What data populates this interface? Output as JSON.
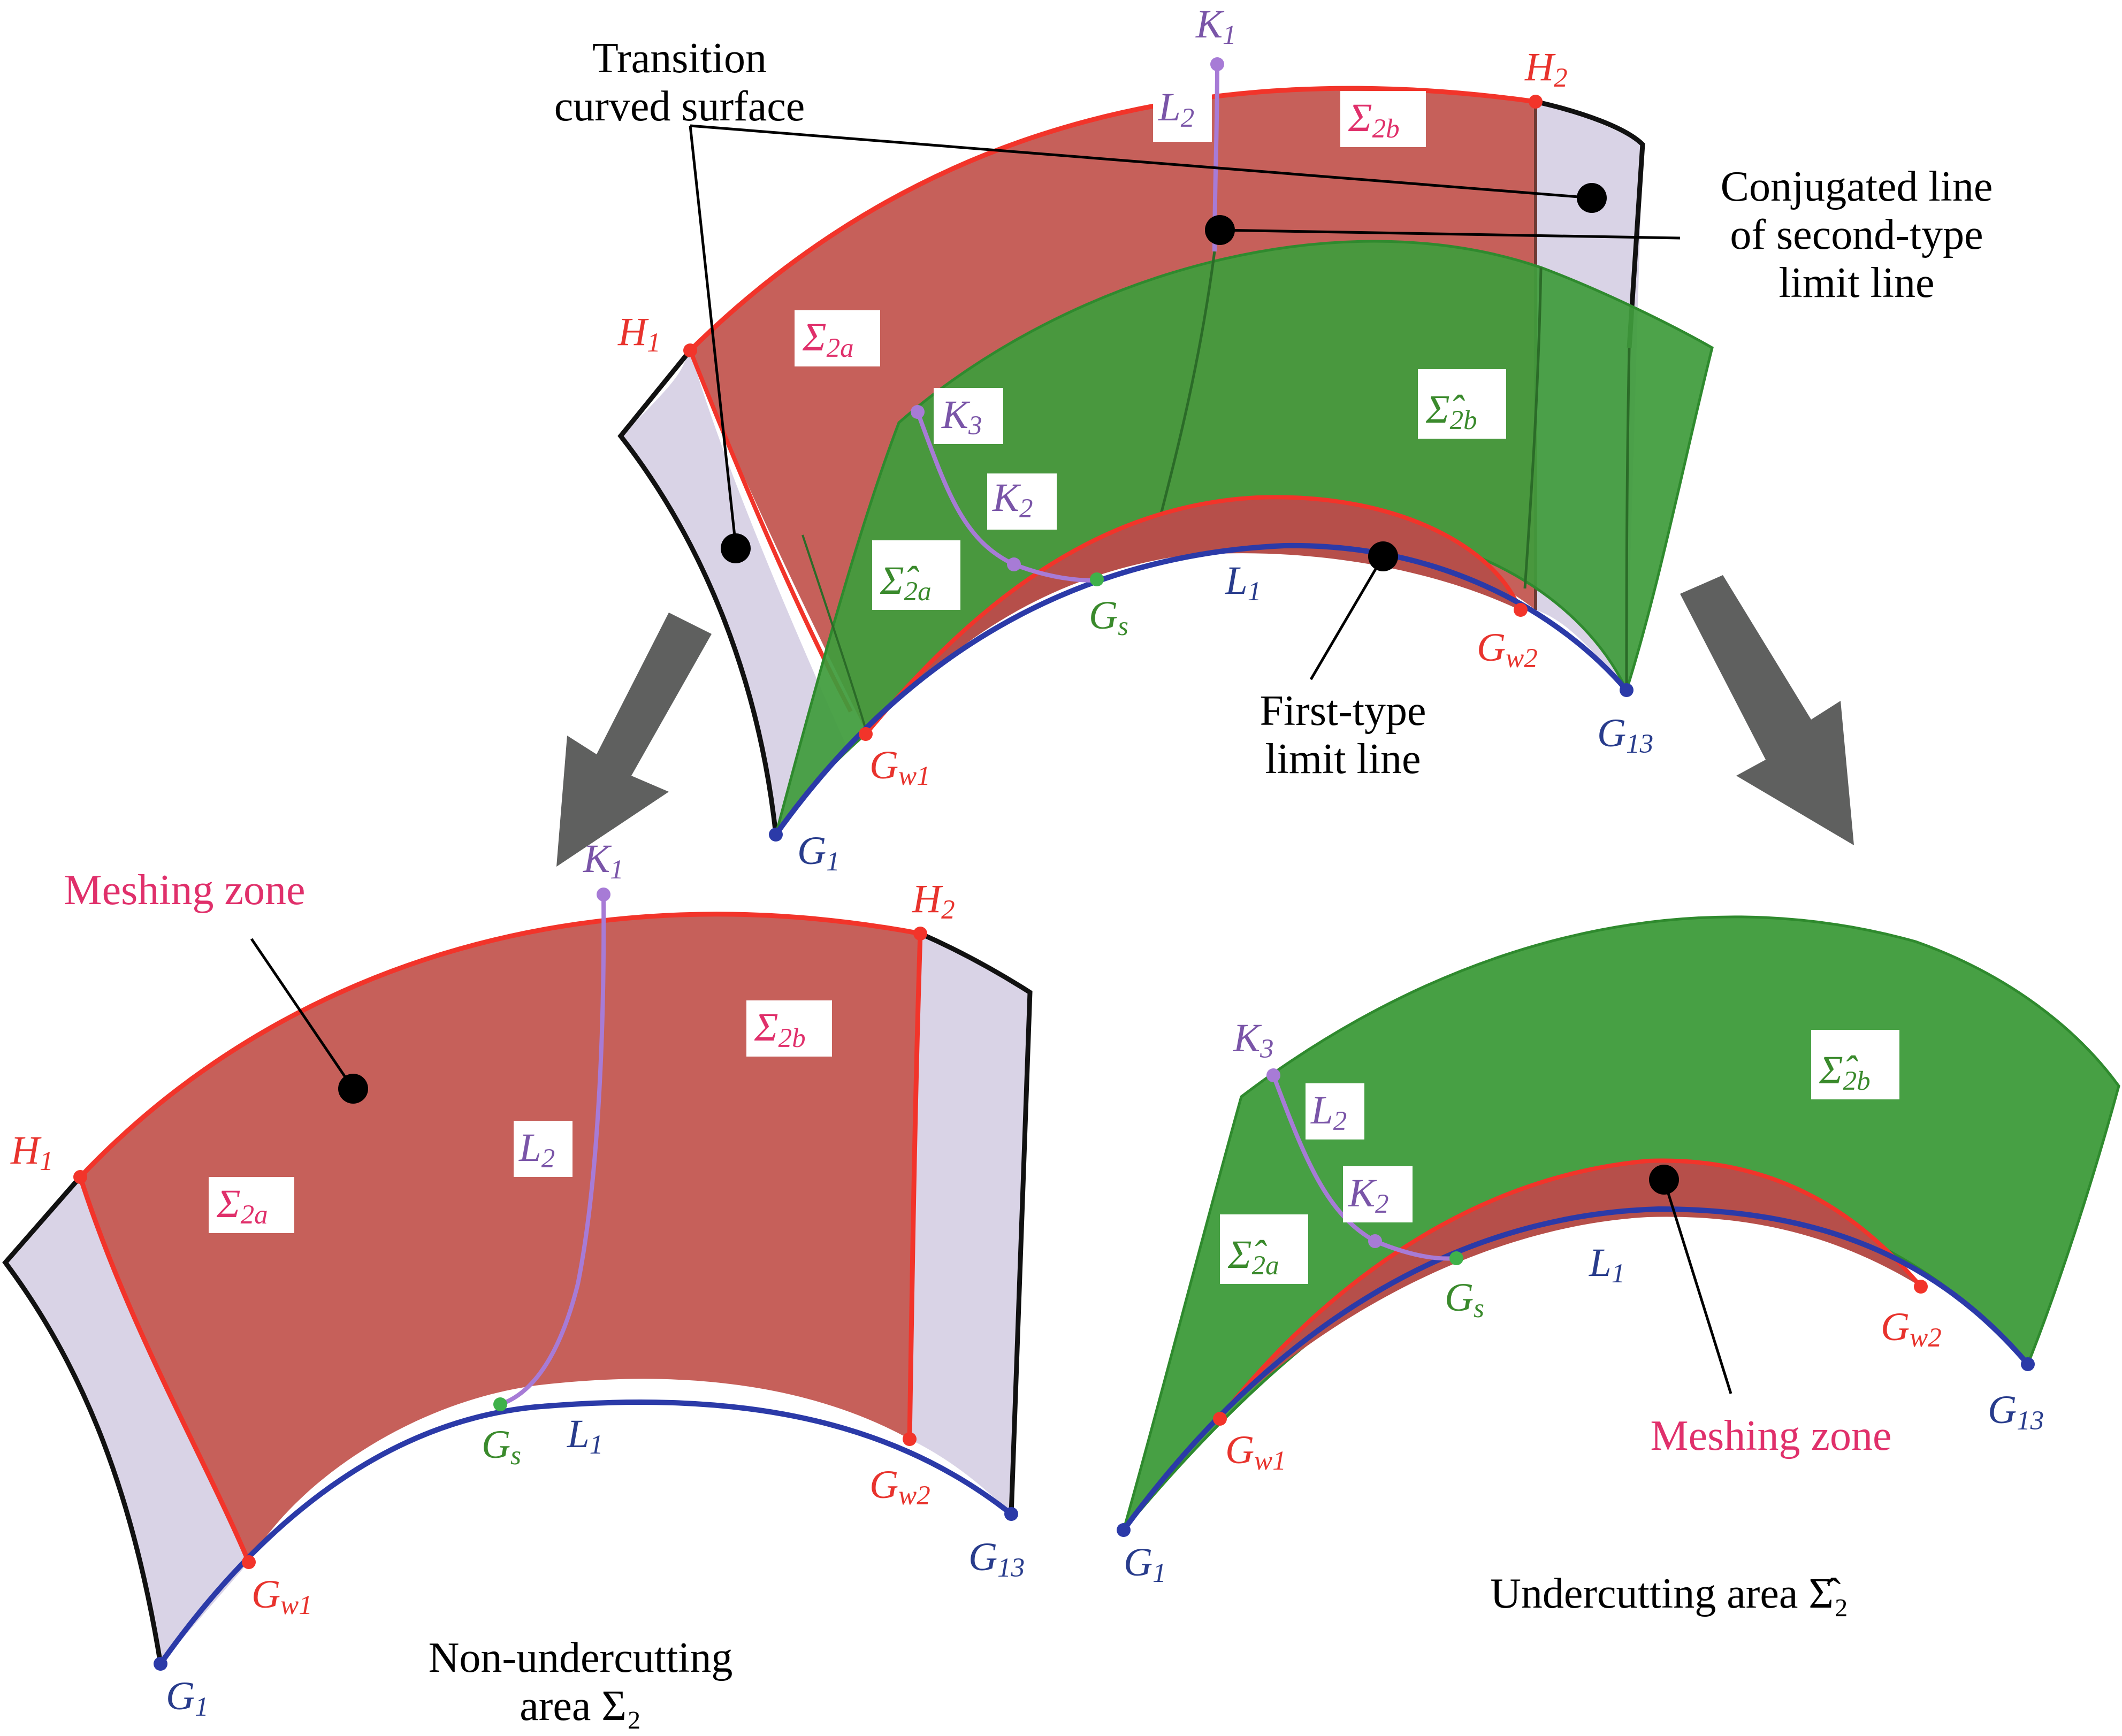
{
  "colors": {
    "meshing_red": "#c6605a",
    "edge_red": "#f2342a",
    "green_fill": "#3f9c3c",
    "green_edge": "#2f8a2e",
    "transition_fill": "#d9d3e6",
    "boundary_black": "#111111",
    "limit_blue": "#2b3aa8",
    "conjugate_purple": "#a77bd6",
    "label_red": "#e8332d",
    "label_pink": "#e0306b",
    "label_green": "#3a8a2c",
    "label_blue": "#283c8c",
    "label_purple": "#7a55a8",
    "arrow_grey": "#5f605f"
  },
  "annotations": {
    "transition_curved_surface": [
      "Transition",
      "curved surface"
    ],
    "conjugated_line": [
      "Conjugated line",
      "of second-type",
      "limit line"
    ],
    "first_type_limit_line": [
      "First-type",
      "limit line"
    ],
    "meshing_zone": "Meshing zone",
    "non_undercutting_area": [
      "Non-undercutting",
      "area Σ₂"
    ],
    "undercutting_area": "Undercutting area Σ̂₂"
  },
  "point_labels": {
    "K1": {
      "base": "K",
      "sub": "1"
    },
    "K2": {
      "base": "K",
      "sub": "2"
    },
    "K3": {
      "base": "K",
      "sub": "3"
    },
    "H1": {
      "base": "H",
      "sub": "1"
    },
    "H2": {
      "base": "H",
      "sub": "2"
    },
    "G1": {
      "base": "G",
      "sub": "1"
    },
    "G13": {
      "base": "G",
      "sub": "13"
    },
    "Gw1": {
      "base": "G",
      "sub": "w1"
    },
    "Gw2": {
      "base": "G",
      "sub": "w2"
    },
    "Gs": {
      "base": "G",
      "sub": "s"
    },
    "L1": {
      "base": "L",
      "sub": "1"
    },
    "L2": {
      "base": "L",
      "sub": "2"
    }
  },
  "region_labels": {
    "S2a": {
      "base": "Σ",
      "sub": "2a"
    },
    "S2b": {
      "base": "Σ",
      "sub": "2b"
    },
    "S2a_hat": {
      "base": "Σ̂",
      "sub": "2a"
    },
    "S2b_hat": {
      "base": "Σ̂",
      "sub": "2b"
    }
  }
}
